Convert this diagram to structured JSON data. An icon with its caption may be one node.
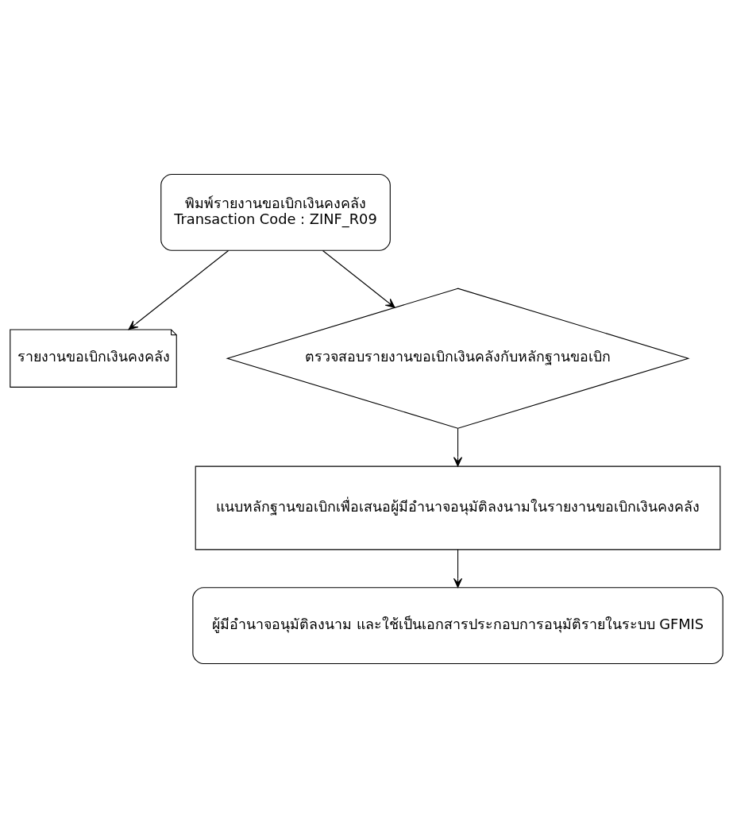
{
  "diagram": {
    "nodes": [
      {
        "text": [
          "พิมพ์รายงานขอเบิกเงินคงคลัง",
          "Transaction Code : ZINF_R09"
        ]
      },
      {
        "text": [
          "รายงานขอเบิกเงินคงคลัง"
        ]
      },
      {
        "text": [
          "ตรวจสอบรายงานขอเบิกเงินคลังกับหลักฐานขอเบิก"
        ]
      },
      {
        "text": [
          "แนบหลักฐานขอเบิกเพื่อเสนอผู้มีอำนาจอนุมัติลงนามในรายงานขอเบิกเงินคงคลัง"
        ]
      },
      {
        "text": [
          "ผู้มีอำนาจอนุมัติลงนาม และใช้เป็นเอกสารประกอบการอนุมัติรายในระบบ GFMIS"
        ]
      }
    ],
    "edges": [
      {
        "from": 0,
        "to": 2,
        "arrow": "to"
      },
      {
        "from": 0,
        "to": 1,
        "arrow": "to"
      },
      {
        "from": 2,
        "to": 3,
        "arrow": "to"
      },
      {
        "from": 3,
        "to": 4,
        "arrow": "to"
      }
    ]
  }
}
